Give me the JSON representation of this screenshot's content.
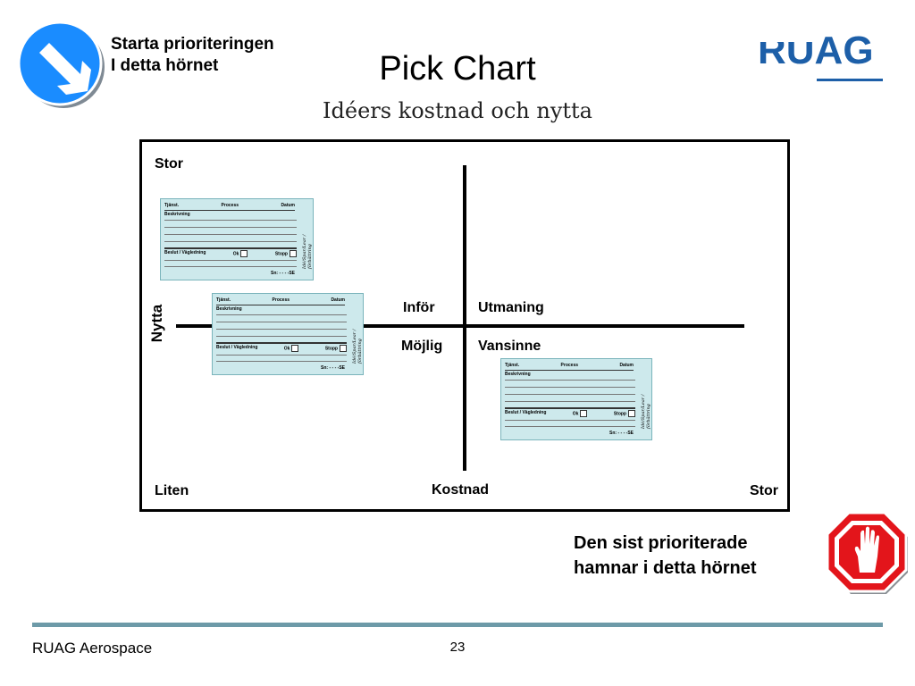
{
  "header": {
    "title": "Pick Chart",
    "subtitle": "Idéers kostnad och nytta",
    "start_note_line1": "Starta prioriteringen",
    "start_note_line2": "I detta hörnet",
    "start_icon": "arrow-down-right-sign-icon",
    "logo_text": "RUAG"
  },
  "chart": {
    "y_axis_title": "Nytta",
    "x_axis_title": "Kostnad",
    "y_high_label": "Stor",
    "x_low_label": "Liten",
    "x_high_label": "Stor",
    "quadrants": {
      "top_left": "Inför",
      "top_right": "Utmaning",
      "bottom_left": "Möjlig",
      "bottom_right": "Vansinne"
    }
  },
  "card": {
    "field_tjanst": "Tjänst.",
    "field_process": "Process",
    "field_datum": "Datum",
    "field_beskrivning": "Beskrivning",
    "field_beslut": "Beslut / Vägledning",
    "opt_ok": "Ok",
    "opt_stopp": "Stopp",
    "sign_line": "Sn:  -   -   -   -SE",
    "side_text": "Idé/Spar/Lear / förbättring",
    "background_color": "#cde9ec"
  },
  "footer": {
    "stop_note_line1": "Den sist prioriterade",
    "stop_note_line2": "hamnar i detta hörnet",
    "stop_icon": "stop-hand-sign-icon",
    "company": "RUAG Aerospace",
    "page_number": "23",
    "rule_color": "#6d9aa8"
  },
  "colors": {
    "sign_blue": "#1a8cff",
    "stop_red": "#e3151b",
    "logo_blue": "#1d5fa8"
  }
}
